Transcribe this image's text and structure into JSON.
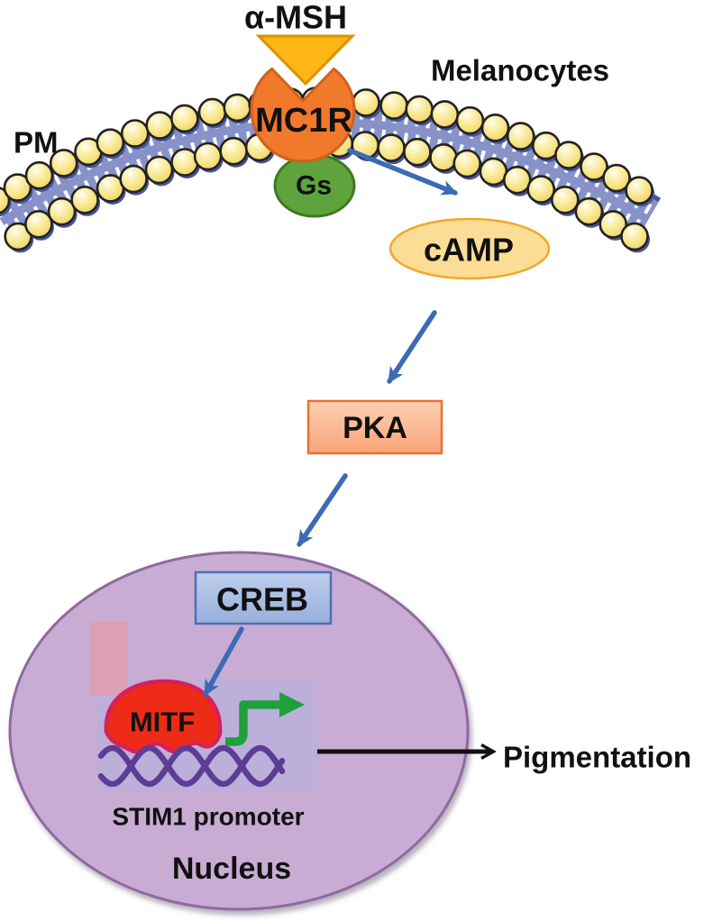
{
  "diagram": {
    "labels": {
      "ligand": "α-MSH",
      "cell": "Melanocytes",
      "membrane": "PM",
      "receptor": "MC1R",
      "g_protein": "Gs",
      "second_messenger": "cAMP",
      "kinase": "PKA",
      "transcription_factor": "CREB",
      "mitf": "MITF",
      "promoter": "STIM1 promoter",
      "compartment": "Nucleus",
      "outcome": "Pigmentation"
    },
    "colors": {
      "ligand_fill": "#FFB515",
      "ligand_stroke": "#DB9200",
      "receptor_fill": "#F1792C",
      "receptor_stroke": "#D2601A",
      "gprotein_fill": "#5FA33C",
      "gprotein_stroke": "#3E7A23",
      "camp_fill": "#FBDD95",
      "camp_stroke": "#F0A82D",
      "pka_fill": "#FBB28B",
      "pka_stroke": "#E97132",
      "creb_fill": "#A9BFE6",
      "creb_stroke": "#4A70B8",
      "nucleus_fill": "#C9ACD3",
      "nucleus_stroke": "#8E6BA1",
      "promoter_box_fill": "#BCAFD9",
      "pink_box_fill": "#DC9FB6",
      "mitf_fill": "#EE2B16",
      "mitf_stroke": "#D6205E",
      "mitf_text": "#FFDDE6",
      "dna": "#5D3C96",
      "green_arrow": "#1EA03C",
      "blue_arrow": "#3A6BB4",
      "black_arrow": "#111111",
      "membrane_band": "#8792C9",
      "membrane_dark": "#47539B",
      "lipid_head_fill": "#F8E68C",
      "lipid_head_stroke": "#232323"
    }
  }
}
